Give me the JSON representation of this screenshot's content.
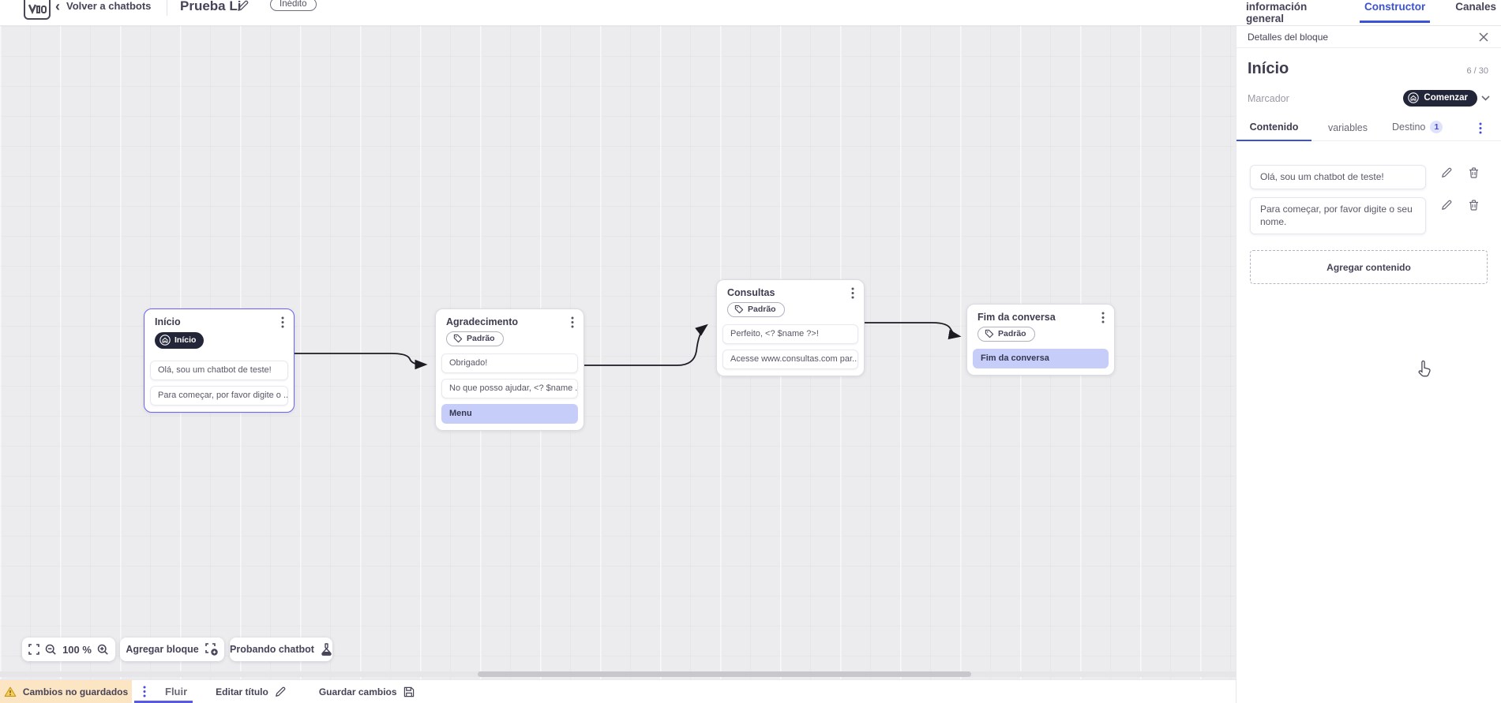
{
  "header": {
    "back_label": "Volver a chatbots",
    "title": "Prueba Li",
    "status_badge": "Inédito",
    "nav_tabs": [
      {
        "label": "información general"
      },
      {
        "label": "Constructor"
      },
      {
        "label": "Canales"
      }
    ]
  },
  "panel": {
    "title": "Detalles del bloque",
    "block_name": "Início",
    "char_counter": "6 / 30",
    "marker_label": "Marcador",
    "marker_value": "Comenzar",
    "tabs": {
      "contenido": "Contenido",
      "variables": "variables",
      "destino": "Destino",
      "destino_badge": "1"
    },
    "contents": [
      {
        "text": "Olá, sou um chatbot de teste!"
      },
      {
        "text": "Para começar, por favor digite o seu nome."
      }
    ],
    "add_content_label": "Agregar contenido"
  },
  "canvas": {
    "nodes": [
      {
        "title": "Início",
        "badge": "Início",
        "rows": [
          {
            "text": "Olá, sou um chatbot de teste!"
          },
          {
            "text": "Para começar, por favor digite o ..."
          }
        ]
      },
      {
        "title": "Agradecimento",
        "badge": "Padrão",
        "rows": [
          {
            "text": "Obrigado!"
          },
          {
            "text": "No que posso ajudar, <? $name ..."
          },
          {
            "text": "Menu"
          }
        ]
      },
      {
        "title": "Consultas",
        "badge": "Padrão",
        "rows": [
          {
            "text": "Perfeito, <? $name ?>!"
          },
          {
            "text": "Acesse www.consultas.com par..."
          }
        ]
      },
      {
        "title": "Fim da conversa",
        "badge": "Padrão",
        "rows": [
          {
            "text": "Fim da conversa"
          }
        ]
      }
    ],
    "toolbar": {
      "zoom_level": "100 %",
      "add_block_label": "Agregar bloque",
      "test_chatbot_label": "Probando chatbot"
    }
  },
  "footer": {
    "unsaved_label": "Cambios no guardados",
    "flow_tab_label": "Fluir",
    "edit_title_label": "Editar título",
    "save_label": "Guardar cambios"
  },
  "colors": {
    "accent_blue": "#3b52d4",
    "selection_purple": "#6a63f0",
    "dark_pill": "#232638",
    "row_highlight": "#c7cdf9",
    "warning_bg": "#fbe5c2",
    "canvas_bg": "#ececee"
  }
}
